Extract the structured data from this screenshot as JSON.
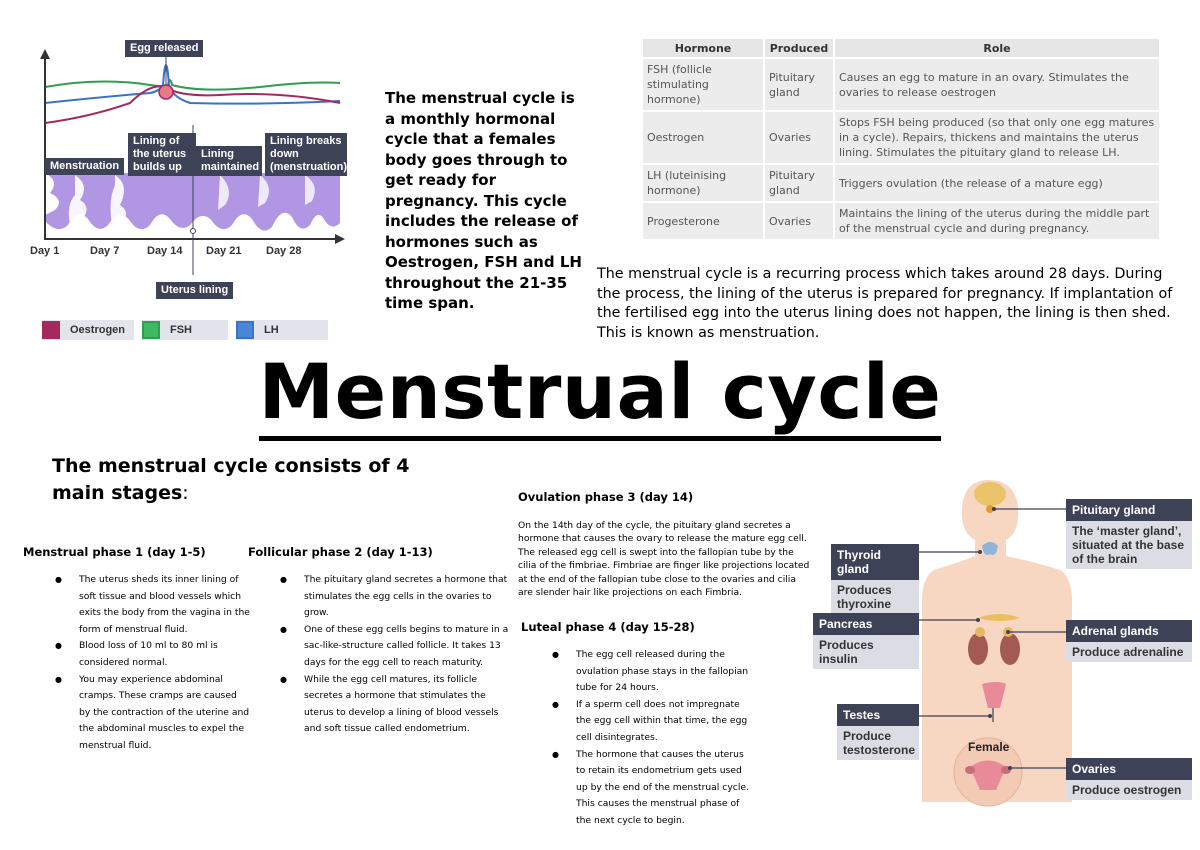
{
  "chart": {
    "callout_egg": "Egg released",
    "phases": [
      "Menstruation",
      "Lining of the uterus builds up",
      "Lining maintained",
      "Lining breaks down (menstruation)"
    ],
    "days": [
      "Day 1",
      "Day 7",
      "Day 14",
      "Day 21",
      "Day 28"
    ],
    "uterus_label": "Uterus lining",
    "legend": [
      {
        "name": "Oestrogen",
        "color": "#a3295f"
      },
      {
        "name": "FSH",
        "color": "#2e9e4f"
      },
      {
        "name": "LH",
        "color": "#3973c6"
      }
    ]
  },
  "intro": "The menstrual cycle is a monthly hormonal cycle that a females body goes through to get ready for pregnancy. This cycle includes the release of hormones such as Oestrogen, FSH and LH throughout the 21-35 time span.",
  "hormone_table": {
    "headers": [
      "Hormone",
      "Produced",
      "Role"
    ],
    "rows": [
      [
        "FSH (follicle stimulating hormone)",
        "Pituitary gland",
        "Causes an egg to mature in an ovary. Stimulates the ovaries to release oestrogen"
      ],
      [
        "Oestrogen",
        "Ovaries",
        "Stops FSH being produced (so that only one egg matures in a cycle). Repairs, thickens and maintains the uterus lining. Stimulates the pituitary gland to release LH."
      ],
      [
        "LH (luteinising hormone)",
        "Pituitary gland",
        "Triggers ovulation (the release of a mature egg)"
      ],
      [
        "Progesterone",
        "Ovaries",
        "Maintains the lining of the uterus during the middle part of the menstrual cycle and during pregnancy."
      ]
    ]
  },
  "description": "The menstrual cycle is a recurring process which takes around 28 days. During the process, the lining of the uterus is prepared for pregnancy. If implantation of the fertilised egg into the uterus lining does not happen, the lining is then shed. This is known as menstruation.",
  "title": "Menstrual cycle",
  "stages_heading": "The menstrual cycle consists of 4 main stages",
  "stages_heading_colon": ":",
  "phase1": {
    "title": "Menstrual phase 1 (day 1-5)",
    "bullets": [
      "The uterus sheds its inner lining of soft tissue and blood vessels which exits the body from the vagina in the form of menstrual fluid.",
      "Blood loss of 10 ml to 80 ml is considered normal.",
      "You may experience abdominal cramps. These cramps are caused by the contraction of the uterine and the abdominal muscles to expel the menstrual fluid."
    ]
  },
  "phase2": {
    "title": "Follicular phase 2 (day 1-13)",
    "bullets": [
      "The pituitary gland secretes a hormone that stimulates the egg cells in the ovaries to grow.",
      "One of these egg cells begins to mature in a sac-like-structure called follicle. It takes 13 days for the egg cell to reach maturity.",
      "While the egg cell matures, its follicle secretes a hormone that stimulates the uterus to develop a lining of blood vessels and soft tissue called endometrium."
    ]
  },
  "phase3": {
    "title": "Ovulation phase 3 (day 14)",
    "text": "On the 14th day of the cycle, the pituitary gland secretes a hormone that causes the ovary to release the mature egg cell. The released egg cell is swept into the fallopian tube by the cilia of the fimbriae. Fimbriae are finger like projections located at the end of the fallopian tube close to the ovaries and cilia are slender hair like projections on each Fimbria."
  },
  "phase4": {
    "title": "Luteal phase 4 (day 15-28)",
    "bullets": [
      "The egg cell released during the ovulation phase stays in the fallopian tube for 24 hours.",
      "If a sperm cell does not impregnate the egg cell within that time, the egg cell disintegrates.",
      "The hormone that causes the uterus to retain its endometrium gets used up by the end of the menstrual cycle. This causes the menstrual phase of the next cycle to begin."
    ]
  },
  "glands": {
    "pituitary": {
      "name": "Pituitary gland",
      "desc": "The ‘master gland’, situated at the base of the brain"
    },
    "thyroid": {
      "name": "Thyroid gland",
      "desc": "Produces thyroxine"
    },
    "pancreas": {
      "name": "Pancreas",
      "desc": "Produces insulin"
    },
    "adrenal": {
      "name": "Adrenal glands",
      "desc": "Produce adrenaline"
    },
    "testes": {
      "name": "Testes",
      "desc": "Produce testosterone"
    },
    "ovaries": {
      "name": "Ovaries",
      "desc": "Produce oestrogen"
    },
    "female_label": "Female"
  }
}
